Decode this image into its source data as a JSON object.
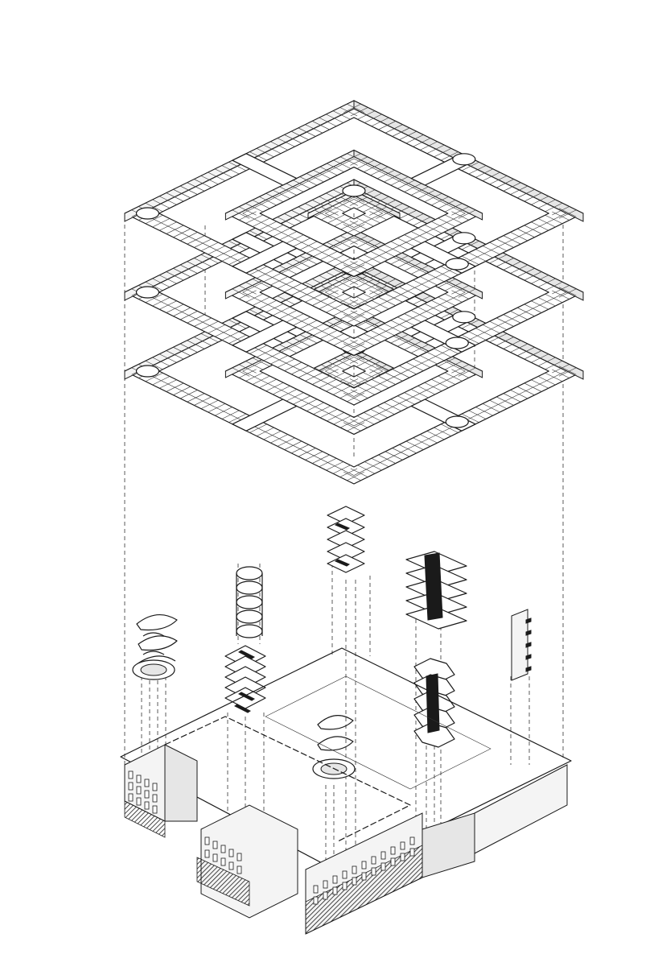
{
  "colors": {
    "line": "#1a1a1a",
    "background": "#ffffff",
    "shade": "#e6e6e6"
  },
  "components": {
    "floor_plates": [
      "floor-plate-top",
      "floor-plate-middle",
      "floor-plate-bottom"
    ],
    "circulation_cores": [
      "spiral-stair-left",
      "spiral-stair-center",
      "square-stair-stack-center",
      "square-stair-stack-left",
      "dogleg-stair-stack-right",
      "hexagonal-stair-stack-right",
      "narrow-stair-stack-far-right"
    ],
    "base": "existing-building-facade"
  }
}
